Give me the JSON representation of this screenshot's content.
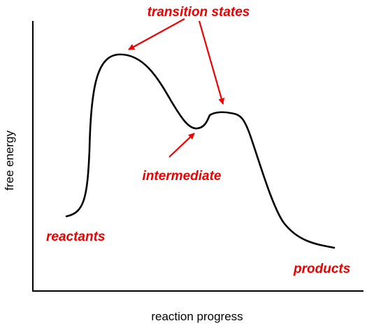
{
  "diagram": {
    "axes": {
      "x_label": "reaction progress",
      "y_label": "free energy"
    },
    "annotations": {
      "transition_states": "transition states",
      "intermediate": "intermediate",
      "reactants": "reactants",
      "products": "products"
    },
    "colors": {
      "annotation": "#ee0000",
      "curve": "#000000",
      "axes": "#000000"
    }
  }
}
